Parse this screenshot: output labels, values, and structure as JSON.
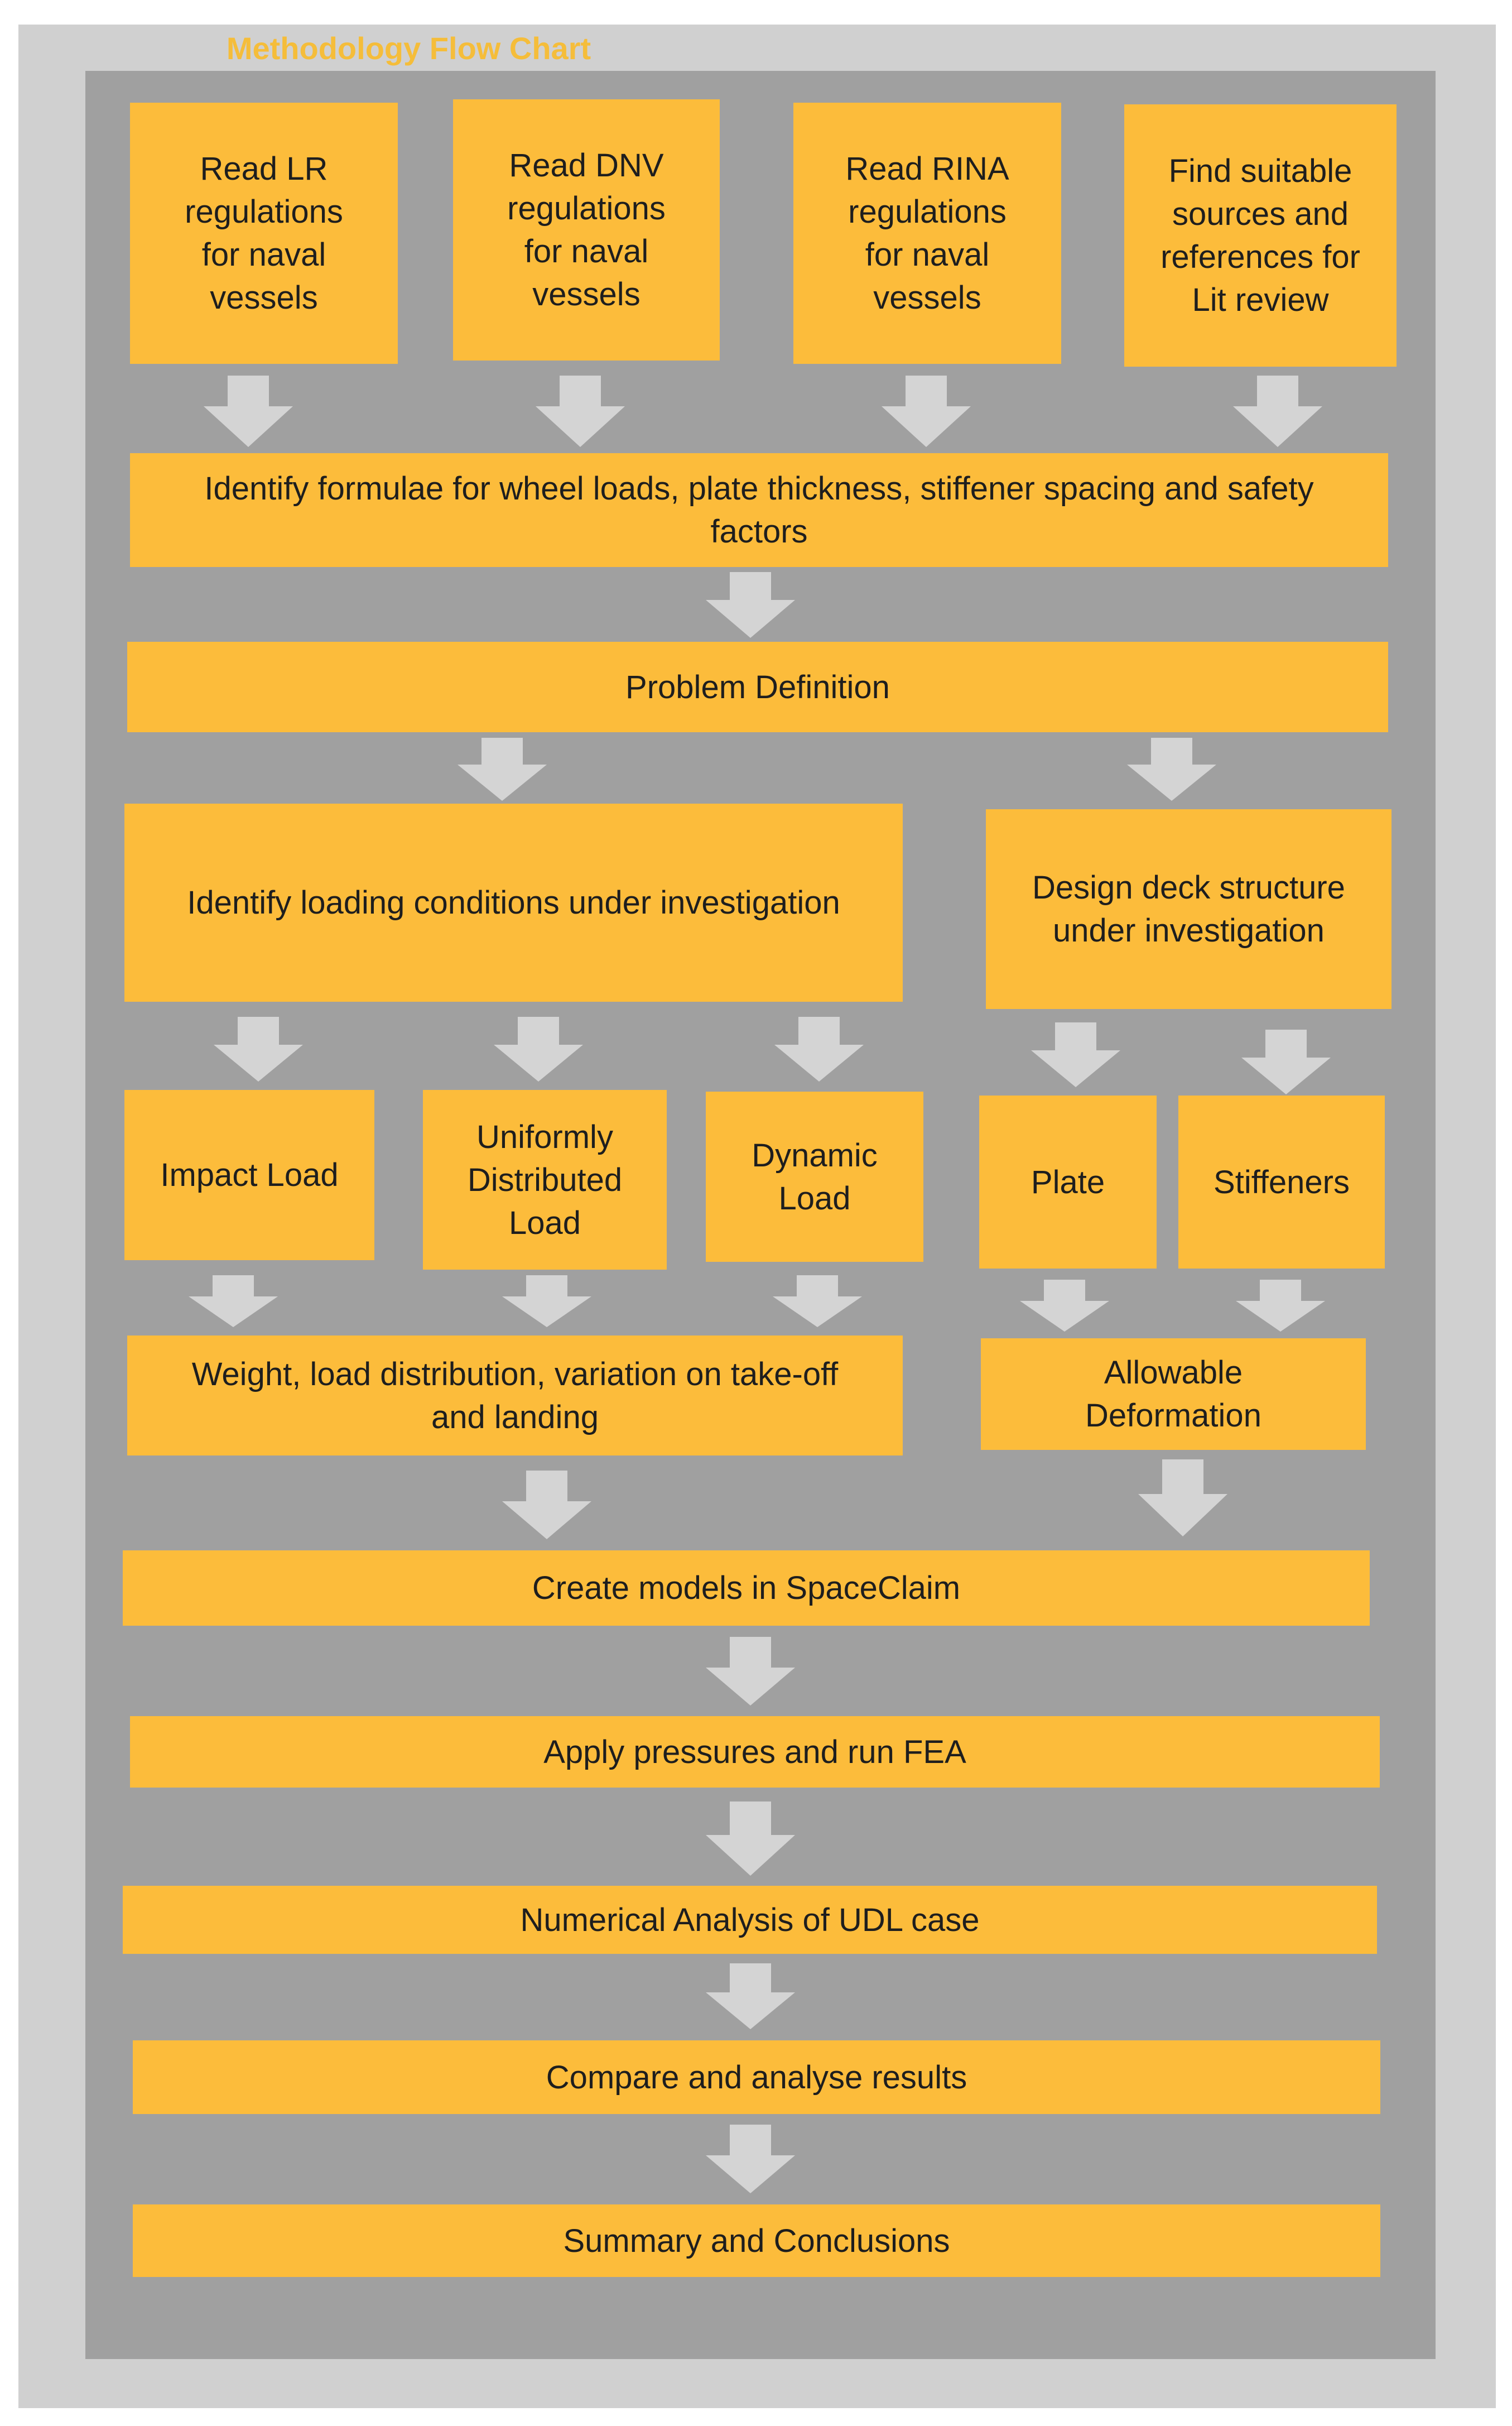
{
  "title": "Methodology Flow Chart",
  "colors": {
    "box": "#fcbc3b",
    "arrow": "#d4d4d4",
    "panel": "#a0a0a0",
    "frame": "#d0d0d0",
    "title": "#f5bd3a"
  },
  "nodes": {
    "read_lr": "Read LR\nregulations\nfor naval\nvessels",
    "read_dnv": "Read DNV\nregulations\nfor naval\nvessels",
    "read_rina": "Read RINA\nregulations\nfor naval\nvessels",
    "find_sources": "Find suitable\nsources and\nreferences for\nLit review",
    "identify_formulae": "Identify formulae for wheel loads, plate thickness, stiffener spacing and safety\nfactors",
    "problem_definition": "Problem Definition",
    "loading_conditions": "Identify loading conditions under investigation",
    "design_deck": "Design deck structure\nunder investigation",
    "impact_load": "Impact Load",
    "udl": "Uniformly\nDistributed\nLoad",
    "dynamic_load": "Dynamic\nLoad",
    "plate": "Plate",
    "stiffeners": "Stiffeners",
    "weight_distribution": "Weight, load distribution, variation on take-off\nand landing",
    "allowable_deformation": "Allowable\nDeformation",
    "create_models": "Create models in SpaceClaim",
    "apply_pressures": "Apply pressures and run FEA",
    "numerical_analysis": "Numerical Analysis of UDL case",
    "compare_results": "Compare and analyse results",
    "summary": "Summary and Conclusions"
  }
}
